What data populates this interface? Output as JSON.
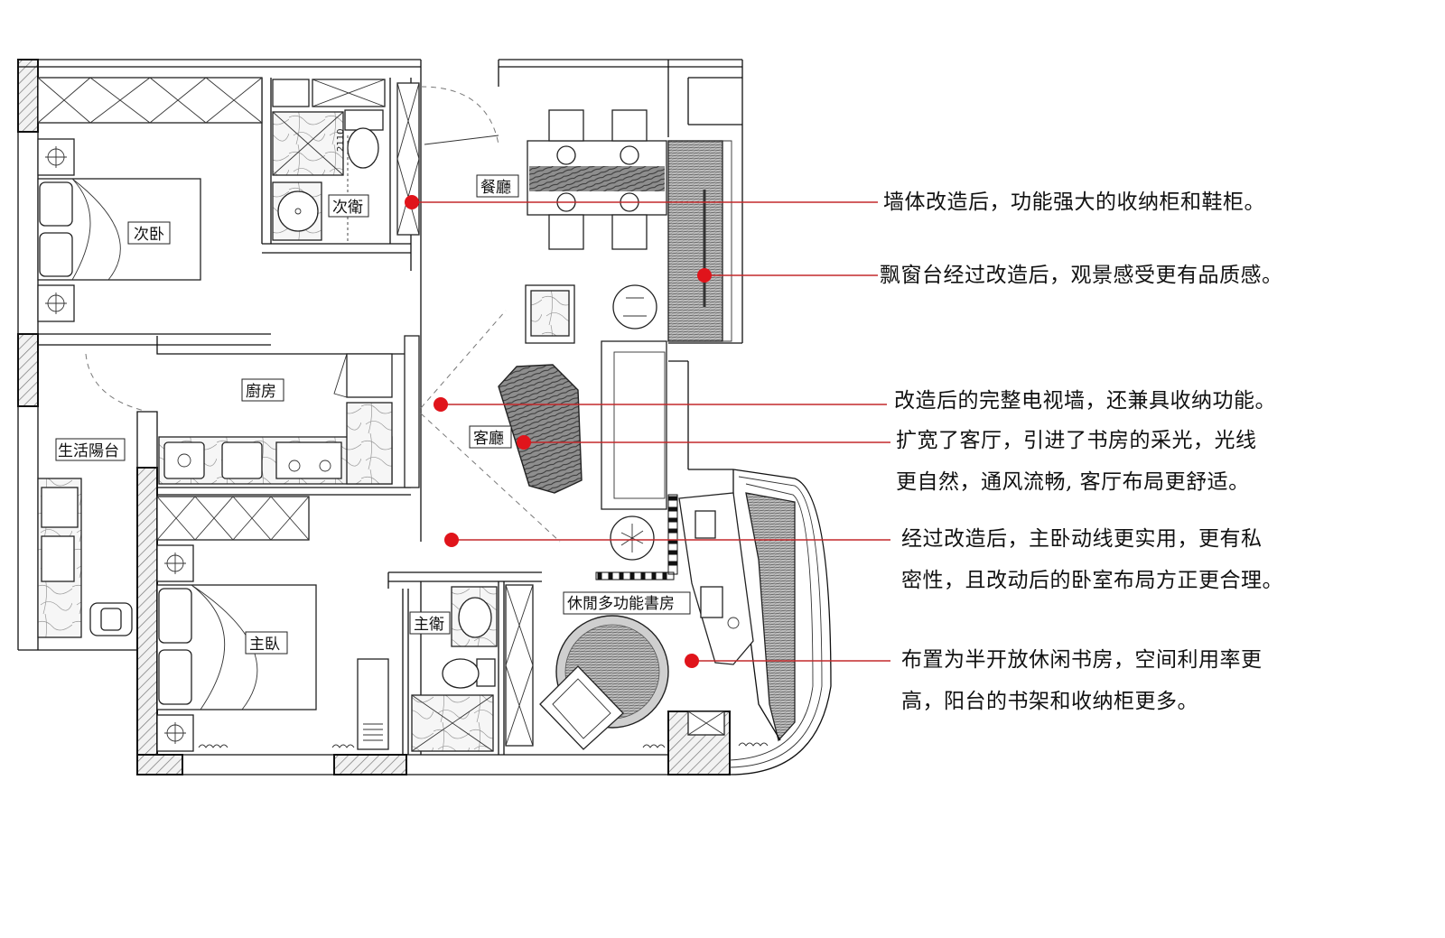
{
  "rooms": {
    "second_bedroom": "次卧",
    "second_bath": "次衛",
    "dining": "餐廳",
    "kitchen": "廚房",
    "utility_balcony": "生活陽台",
    "living": "客廳",
    "master_bedroom": "主臥",
    "master_bath": "主衛",
    "study": "休閒多功能書房"
  },
  "dimension_label": "2110",
  "annotations": [
    {
      "lines": [
        "墙体改造后，功能强大的收纳柜和鞋柜。"
      ]
    },
    {
      "lines": [
        "飘窗台经过改造后，观景感受更有品质感。"
      ]
    },
    {
      "lines": [
        "改造后的完整电视墙，还兼具收纳功能。"
      ]
    },
    {
      "lines": [
        "扩宽了客厅，引进了书房的采光，光线",
        "更自然，通风流畅, 客厅布局更舒适。"
      ]
    },
    {
      "lines": [
        "经过改造后，主卧动线更实用，更有私",
        "密性，且改动后的卧室布局方正更合理。"
      ]
    },
    {
      "lines": [
        "布置为半开放休闲书房，空间利用率更",
        "高，阳台的书架和收纳柜更多。"
      ]
    }
  ],
  "colors": {
    "leader": "#c3292b",
    "dot": "#e0141b",
    "walls": "#111111"
  }
}
